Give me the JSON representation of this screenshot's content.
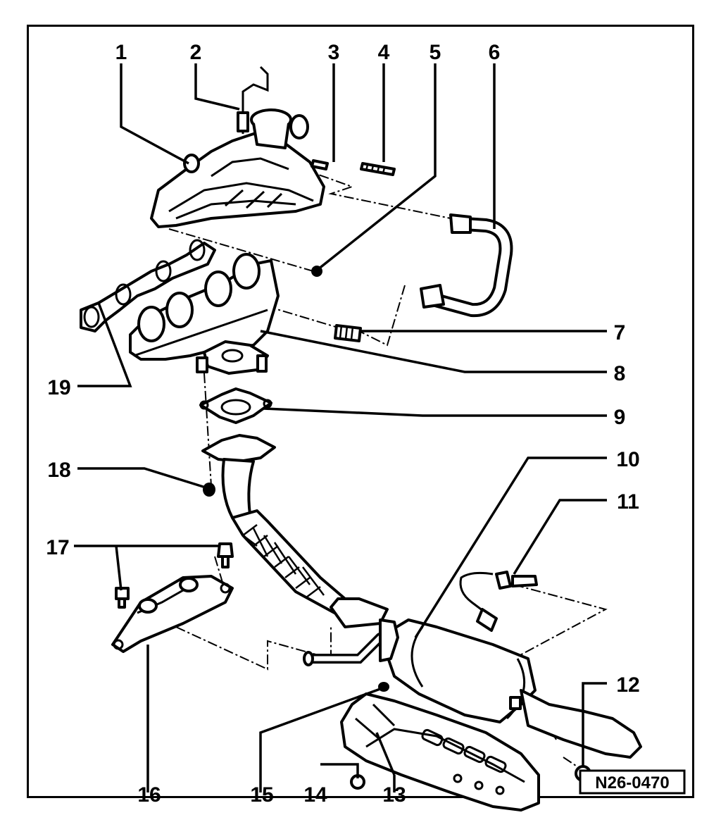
{
  "diagram": {
    "reference_code": "N26-0470",
    "callouts": [
      "1",
      "2",
      "3",
      "4",
      "5",
      "6",
      "7",
      "8",
      "9",
      "10",
      "11",
      "12",
      "13",
      "14",
      "15",
      "16",
      "17",
      "18",
      "19"
    ]
  }
}
